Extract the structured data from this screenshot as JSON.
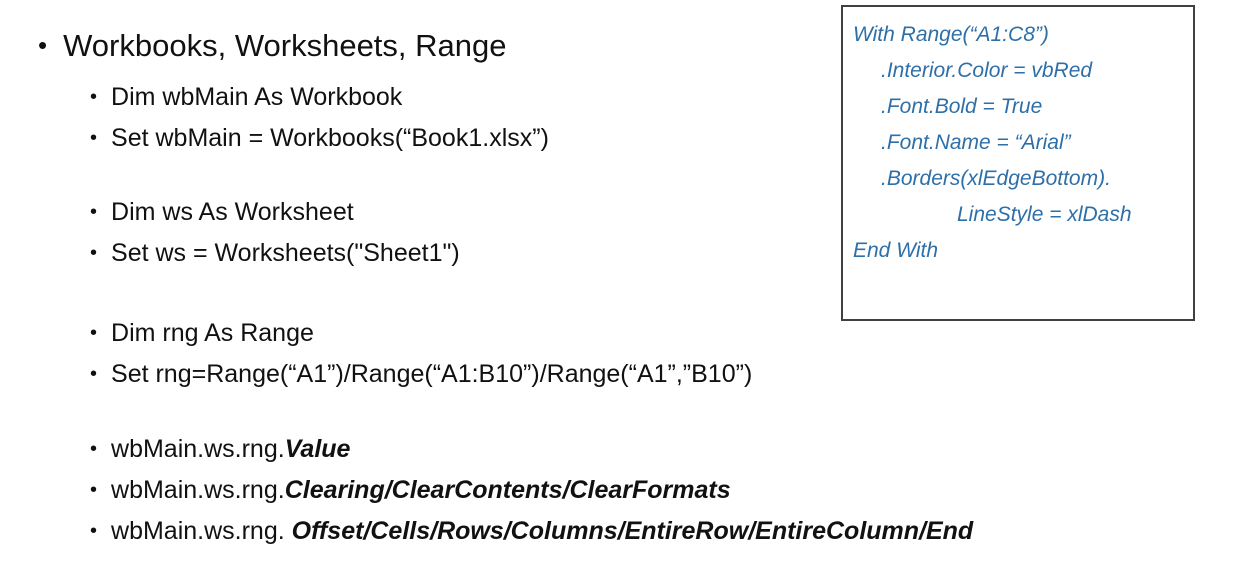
{
  "slide": {
    "title": "Workbooks, Worksheets, Range",
    "groups": [
      {
        "items": [
          "Dim wbMain As Workbook",
          "Set wbMain = Workbooks(“Book1.xlsx”)"
        ]
      },
      {
        "items": [
          "Dim ws As Worksheet",
          "Set ws = Worksheets(\"Sheet1\")"
        ]
      },
      {
        "items": [
          "Dim rng As Range",
          "Set rng=Range(“A1”)/Range(“A1:B10”)/Range(“A1”,”B10”)"
        ]
      },
      {
        "items_rich": [
          {
            "prefix": "wbMain.ws.rng.",
            "emphasis": "Value"
          },
          {
            "prefix": "wbMain.ws.rng.",
            "emphasis": "Clearing/ClearContents/ClearFormats"
          },
          {
            "prefix": "wbMain.ws.rng. ",
            "emphasis": "Offset/Cells/Rows/Columns/EntireRow/EntireColumn/End"
          }
        ]
      }
    ]
  },
  "code_box": {
    "lines": [
      {
        "indent": 0,
        "text": "With Range(“A1:C8”)"
      },
      {
        "indent": 1,
        "text": ".Interior.Color = vbRed"
      },
      {
        "indent": 1,
        "text": ".Font.Bold = True"
      },
      {
        "indent": 1,
        "text": ".Font.Name = “Arial”"
      },
      {
        "indent": 1,
        "text": ".Borders(xlEdgeBottom)."
      },
      {
        "indent": 2,
        "text": "LineStyle = xlDash"
      },
      {
        "indent": 0,
        "text": "End With"
      }
    ],
    "text_color": "#2e6fa8",
    "border_color": "#404040",
    "background": "#ffffff"
  }
}
